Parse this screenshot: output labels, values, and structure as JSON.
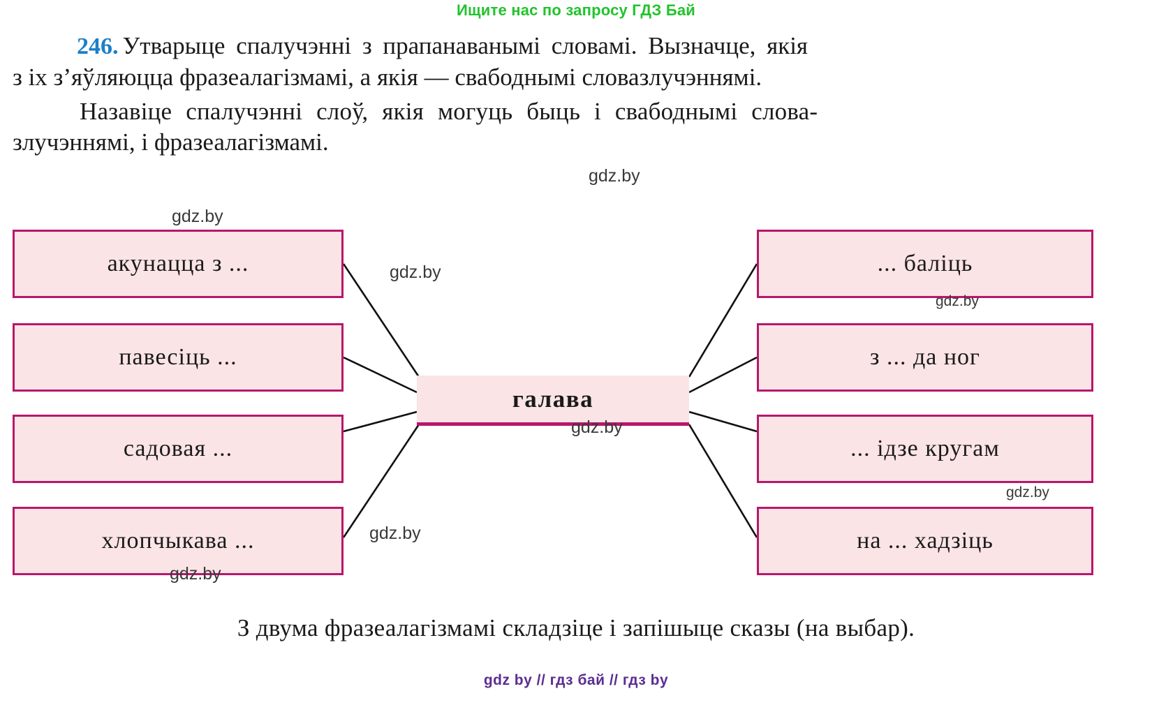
{
  "promo": {
    "text": "Ищите нас по запросу ГДЗ Бай",
    "color": "#22c32c"
  },
  "exercise": {
    "number": "246.",
    "number_color": "#1d7fc6",
    "paragraph1_line1": "Утварыце спалучэнні з прапанаванымі словамі. Вызначце, якія",
    "paragraph1_line2": "з іх з’яўляюцца фразеалагізмамі, а якія — свабоднымі словазлучэннямі.",
    "paragraph2_line1": "Назавіце спалучэнні слоў, якія могуць быць і свабоднымі слова-",
    "paragraph2_line2": "злучэннямі, і фразеалагізмамі."
  },
  "diagram": {
    "center": {
      "label": "галава",
      "fill": "#fbe4e6",
      "accent": "#b8176b"
    },
    "left_nodes": [
      {
        "label": "акунацца з ..."
      },
      {
        "label": "павесіць ..."
      },
      {
        "label": "садовая ..."
      },
      {
        "label": "хлопчыкава ..."
      }
    ],
    "right_nodes": [
      {
        "label": "... баліць"
      },
      {
        "label": "з ... да ног"
      },
      {
        "label": "... ідзе кругам"
      },
      {
        "label": "на ... хадзіць"
      }
    ],
    "node_fill": "#fbe4e6",
    "node_border": "#b8176b",
    "connector_color": "#111111"
  },
  "final_sentence": "З двума фразеалагізмамі складзіце і запішыце сказы (на выбар).",
  "footer": {
    "text": "gdz by  //  гдз бай  //  гдз by",
    "color": "#5b2d91"
  },
  "watermarks": {
    "w1": "gdz.by",
    "w2": "gdz.by",
    "w3": "gdz.by",
    "w4": "gdz.by",
    "w5": "gdz.by",
    "w6": "gdz.by",
    "w7": "gdz.by",
    "w8": "gdz.by"
  }
}
